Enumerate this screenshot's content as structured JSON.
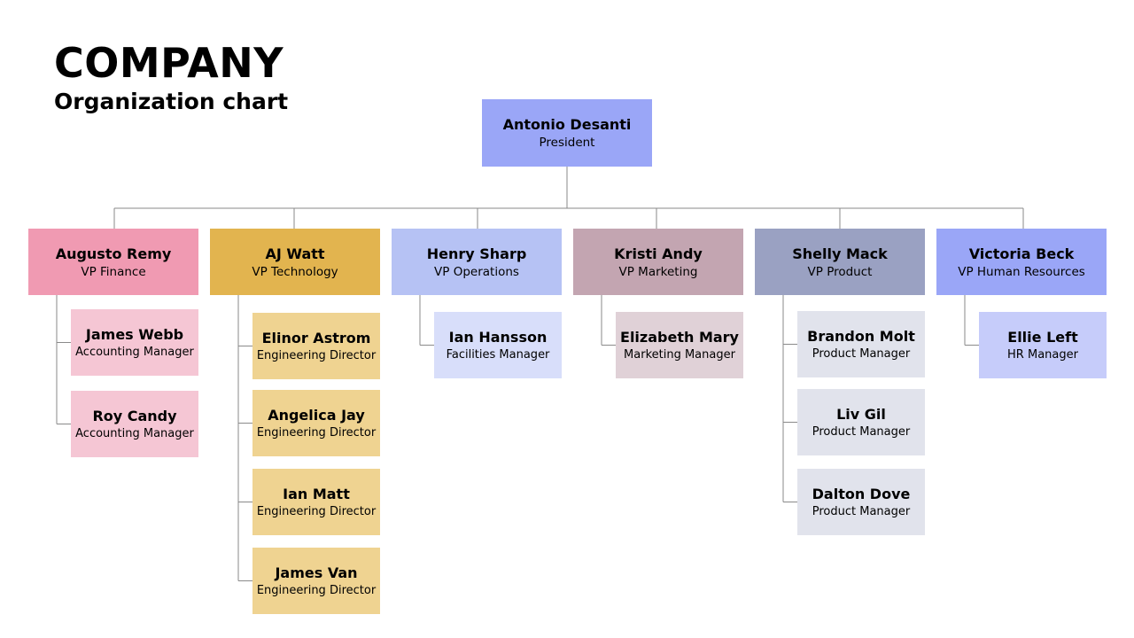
{
  "title": "COMPANY",
  "subtitle": "Organization chart",
  "colors": {
    "line": "#8a8a8a",
    "president": "#9aa6f7",
    "finance": "#f09ab2",
    "finance_light": "#f5c6d4",
    "technology": "#e2b44f",
    "technology_light": "#efd391",
    "operations": "#b6c2f4",
    "operations_light": "#d8defa",
    "marketing": "#c3a5b1",
    "marketing_light": "#e0d1d7",
    "product": "#9aa1c2",
    "product_light": "#e1e3ec",
    "hr": "#9aa6f7",
    "hr_light": "#c6ccfa"
  },
  "president": {
    "name": "Antonio Desanti",
    "role": "President"
  },
  "departments": [
    {
      "name": "Augusto Remy",
      "role": "VP Finance",
      "color_key": "finance",
      "reports": [
        {
          "name": "James Webb",
          "role": "Accounting Manager"
        },
        {
          "name": "Roy Candy",
          "role": "Accounting Manager"
        }
      ]
    },
    {
      "name": "AJ Watt",
      "role": "VP Technology",
      "color_key": "technology",
      "reports": [
        {
          "name": "Elinor Astrom",
          "role": "Engineering Director"
        },
        {
          "name": "Angelica Jay",
          "role": "Engineering Director"
        },
        {
          "name": "Ian Matt",
          "role": "Engineering Director"
        },
        {
          "name": "James Van",
          "role": "Engineering Director"
        }
      ]
    },
    {
      "name": "Henry Sharp",
      "role": "VP Operations",
      "color_key": "operations",
      "reports": [
        {
          "name": "Ian Hansson",
          "role": "Facilities Manager"
        }
      ]
    },
    {
      "name": "Kristi Andy",
      "role": "VP Marketing",
      "color_key": "marketing",
      "reports": [
        {
          "name": "Elizabeth Mary",
          "role": "Marketing Manager"
        }
      ]
    },
    {
      "name": "Shelly Mack",
      "role": "VP Product",
      "color_key": "product",
      "reports": [
        {
          "name": "Brandon Molt",
          "role": "Product Manager"
        },
        {
          "name": "Liv Gil",
          "role": "Product Manager"
        },
        {
          "name": "Dalton Dove",
          "role": "Product Manager"
        }
      ]
    },
    {
      "name": "Victoria Beck",
      "role": "VP Human Resources",
      "color_key": "hr",
      "reports": [
        {
          "name": "Ellie Left",
          "role": "HR Manager"
        }
      ]
    }
  ]
}
